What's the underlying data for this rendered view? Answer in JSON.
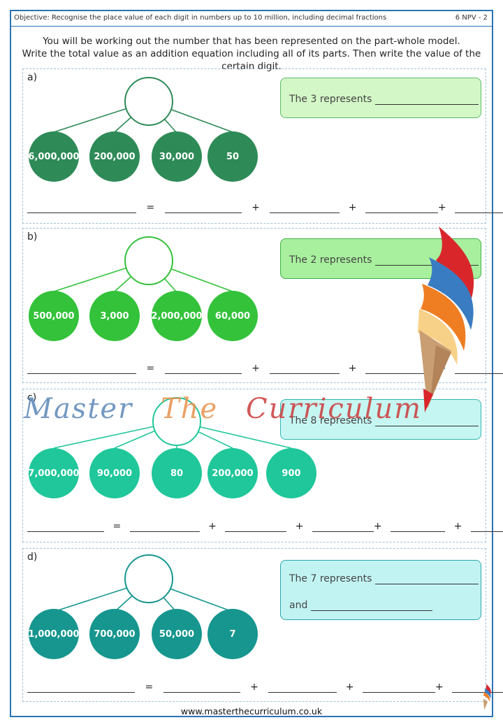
{
  "header": {
    "objective": "Objective: Recognise the place value of each digit in numbers up to 10 million, including decimal fractions",
    "code": "6 NPV - 2"
  },
  "instructions": {
    "line1": "You will be working out the number that has been represented on the part-whole model.",
    "line2": "Write the total value as an addition equation including all of its parts. Then write the value of the certain digit."
  },
  "sections": [
    {
      "label": "a)",
      "parts": [
        "6,000,000",
        "200,000",
        "30,000",
        "50"
      ],
      "prompt": "The 3 represents",
      "color": "#2e8b57",
      "box_bg": "#d3f7c6",
      "box_border": "#5cba6a"
    },
    {
      "label": "b)",
      "parts": [
        "500,000",
        "3,000",
        "2,000,000",
        "60,000"
      ],
      "prompt": "The 2 represents",
      "color": "#33c23a",
      "box_bg": "#a8f09e",
      "box_border": "#3fb147"
    },
    {
      "label": "c)",
      "parts": [
        "7,000,000",
        "90,000",
        "80",
        "200,000",
        "900"
      ],
      "prompt": "The 8 represents",
      "color": "#1fc79a",
      "box_bg": "#c6f6f2",
      "box_border": "#33b5b0"
    },
    {
      "label": "d)",
      "parts": [
        "1,000,000",
        "700,000",
        "50,000",
        "7"
      ],
      "prompt": "The 7 represents",
      "prompt2": "and",
      "color": "#16968f",
      "box_bg": "#c2f3f3",
      "box_border": "#2aa6ad"
    }
  ],
  "symbols": {
    "equals": "=",
    "plus": "+"
  },
  "watermark": {
    "word1": "Master",
    "word2": "The",
    "word3": "Curriculum"
  },
  "footer": {
    "url": "www.masterthecurriculum.co.uk"
  }
}
